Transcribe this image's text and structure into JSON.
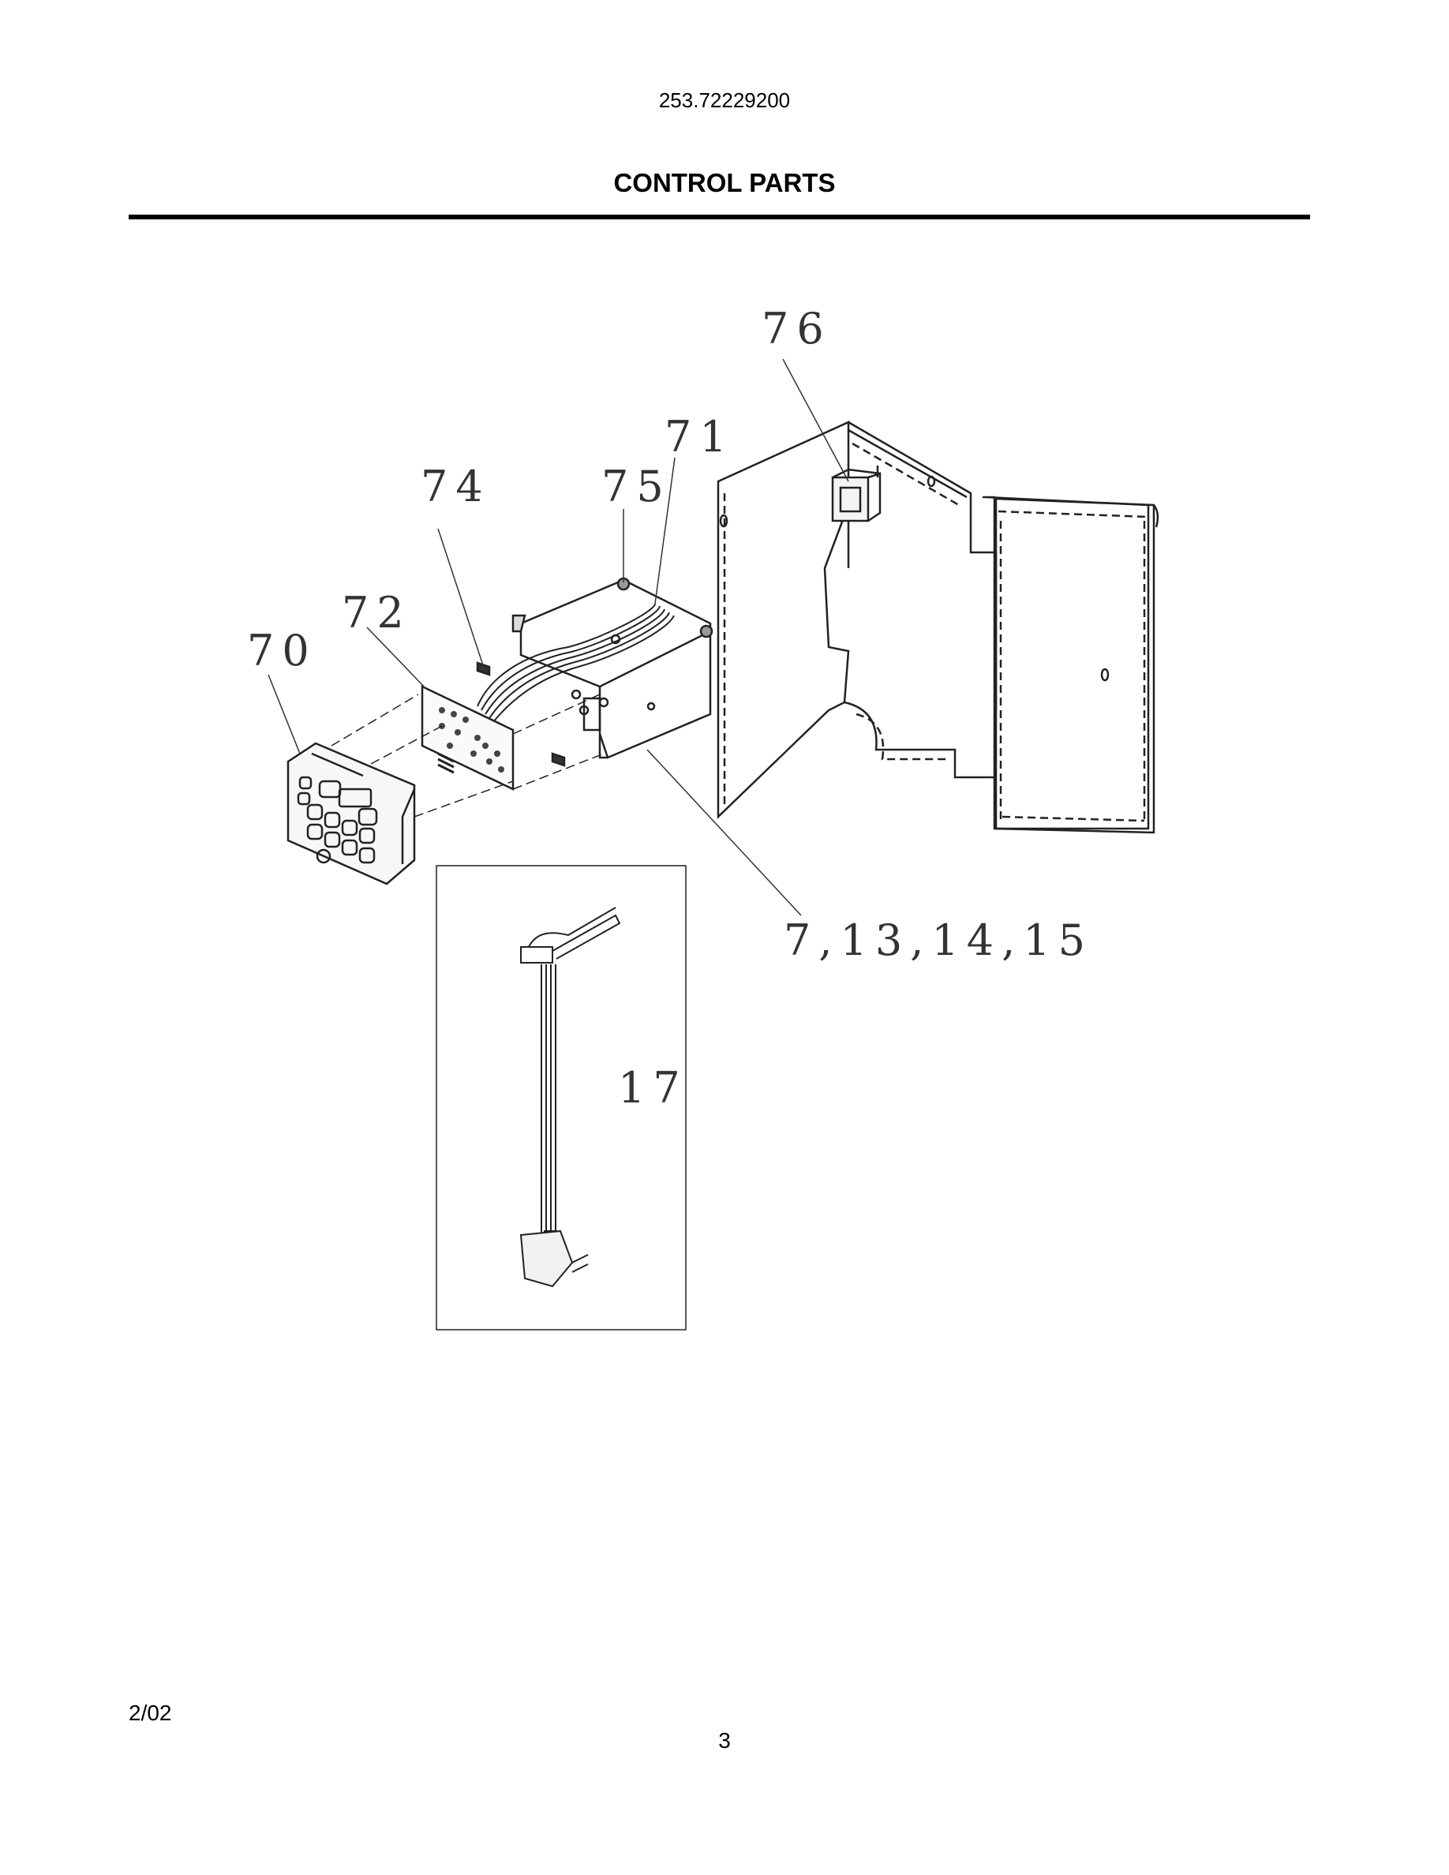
{
  "header": {
    "model_number": "253.72229200",
    "section_title": "CONTROL PARTS"
  },
  "diagram": {
    "callouts": {
      "c76": "76",
      "c71": "71",
      "c74": "74",
      "c75": "75",
      "c72": "72",
      "c70": "70",
      "c7_13_14_15": "7,13,14,15",
      "c17": "17"
    }
  },
  "footer": {
    "date_code": "2/02",
    "page_number": "3"
  }
}
